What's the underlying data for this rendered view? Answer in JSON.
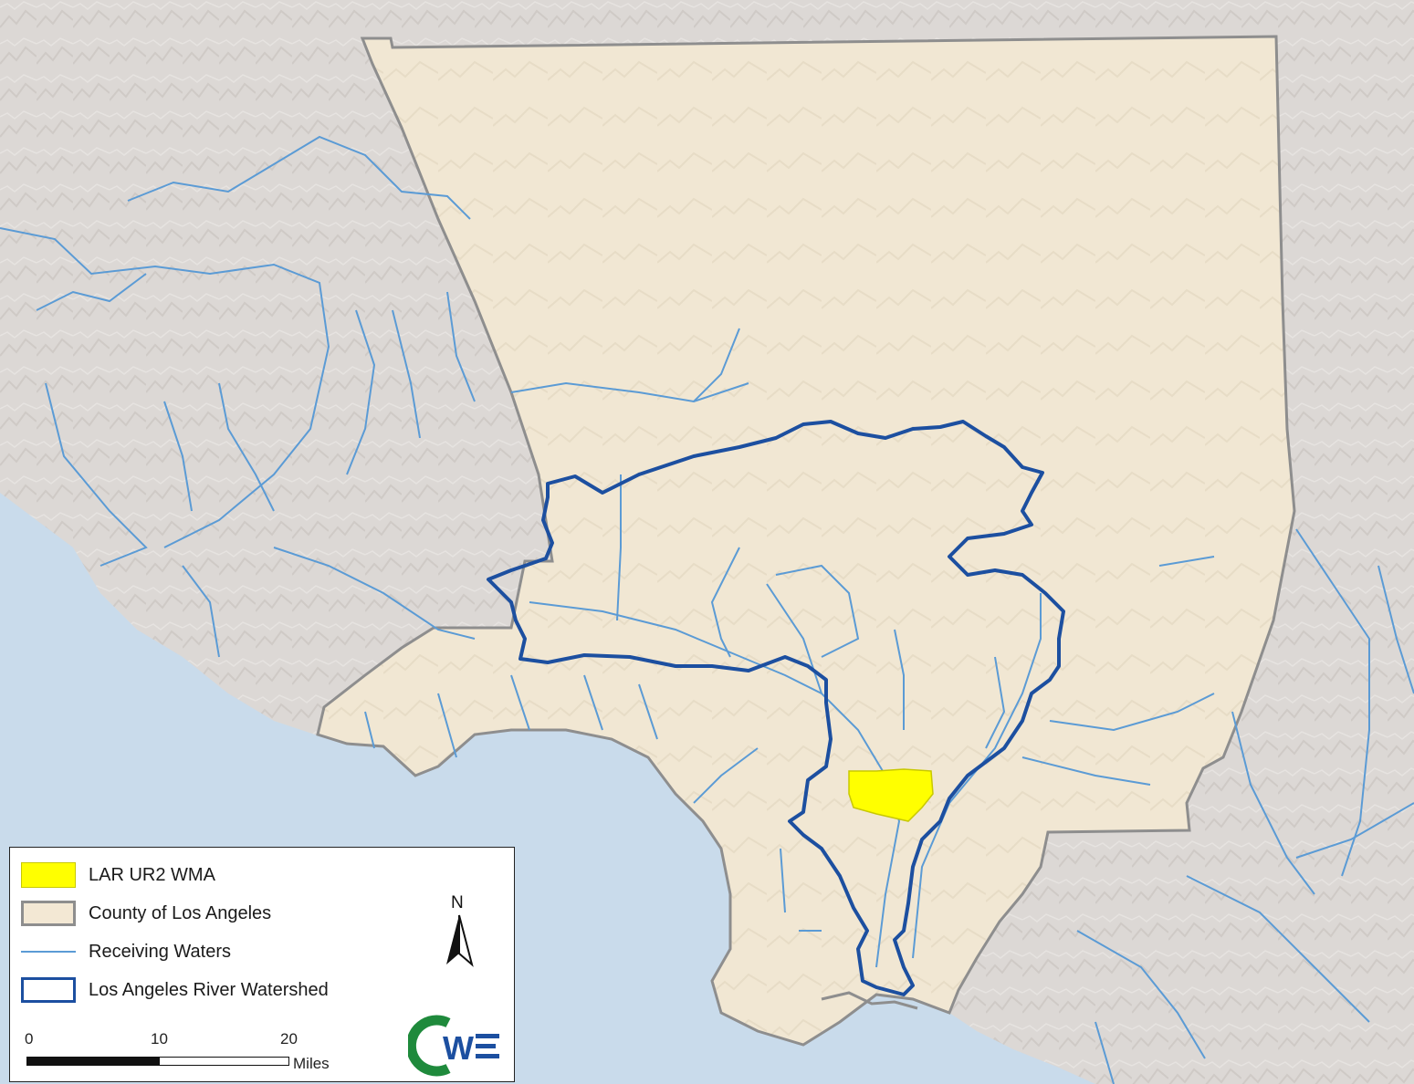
{
  "legend": {
    "items": [
      {
        "label": "LAR UR2 WMA",
        "fill": "#ffff00",
        "stroke": "#c8c800"
      },
      {
        "label": "County of Los Angeles",
        "fill": "#f3e8d4",
        "stroke": "#8e8e8e"
      },
      {
        "label": "Receiving Waters",
        "stroke": "#5b9bd5"
      },
      {
        "label": "Los Angeles River Watershed",
        "stroke": "#1c4fa0"
      }
    ]
  },
  "scale": {
    "ticks": [
      "0",
      "10",
      "20"
    ],
    "unit": "Miles"
  },
  "north": {
    "label": "N"
  },
  "logo": {
    "text": "CWE",
    "color_c": "#1f8a3c",
    "color_we": "#1c4fa0"
  },
  "colors": {
    "ocean": "#c9dbeb",
    "land": "#d9d5d2",
    "county_fill": "#f3e8d4",
    "county_border": "#8e8e8e",
    "watershed_border": "#1c4fa0",
    "rivers": "#5b9bd5",
    "wma": "#ffff00"
  }
}
